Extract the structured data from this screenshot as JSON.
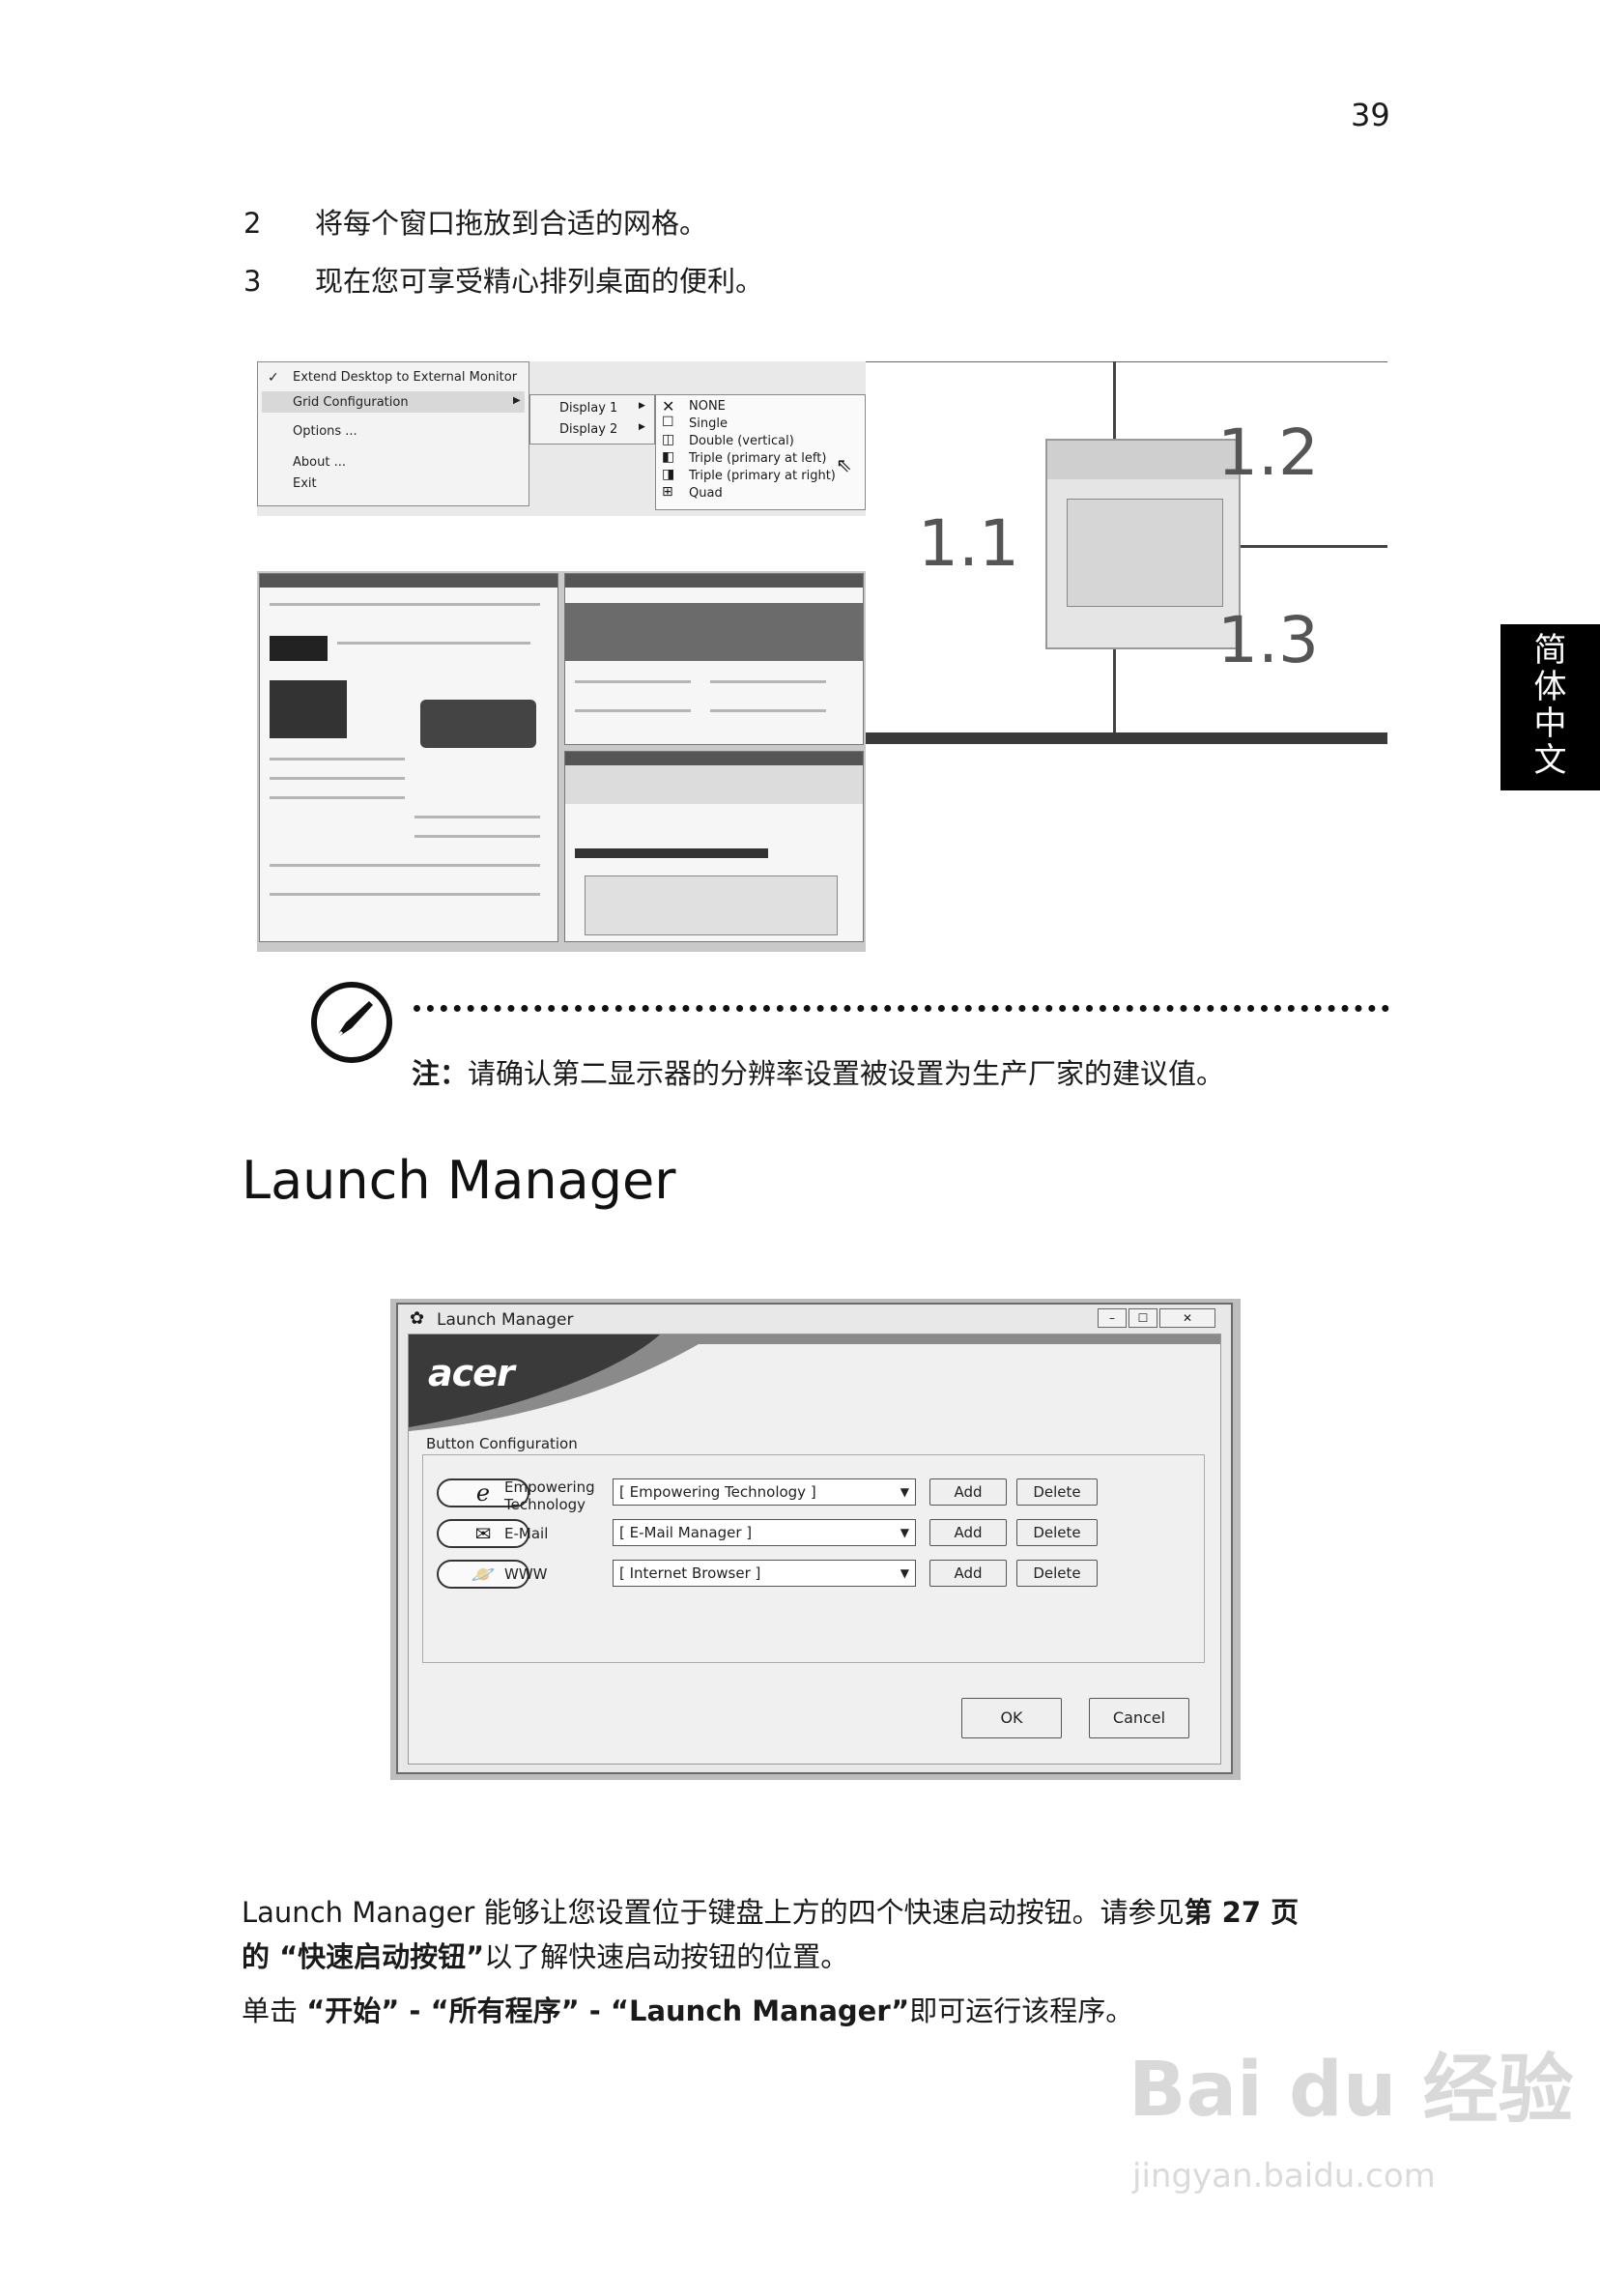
{
  "page_number": "39",
  "side_tab": [
    "简",
    "体",
    "中",
    "文"
  ],
  "steps": [
    {
      "num": "2",
      "text": "将每个窗口拖放到合适的网格。"
    },
    {
      "num": "3",
      "text": "现在您可享受精心排列桌面的便利。"
    }
  ],
  "grid_menu": {
    "main_items": [
      "Extend Desktop to External Monitor",
      "Grid Configuration",
      "Options ...",
      "About ...",
      "Exit"
    ],
    "display_items": [
      "Display 1",
      "Display 2"
    ],
    "grid_items": [
      "NONE",
      "Single",
      "Double (vertical)",
      "Triple (primary at left)",
      "Triple (primary at right)",
      "Quad"
    ]
  },
  "grid_diagram": {
    "labels": [
      "1.1",
      "1.2",
      "1.3"
    ]
  },
  "note": {
    "label": "注：",
    "text": "请确认第二显示器的分辨率设置被设置为生产厂家的建议值。"
  },
  "section_title": "Launch Manager",
  "dialog": {
    "title": "Launch Manager",
    "brand": "acer",
    "group_label": "Button Configuration",
    "rows": [
      {
        "label_line1": "Empowering",
        "label_line2": "Technology",
        "value": "[  Empowering Technology  ]",
        "icon": "e-icon"
      },
      {
        "label_line1": "E-Mail",
        "label_line2": "",
        "value": "[  E-Mail Manager  ]",
        "icon": "envelope-icon"
      },
      {
        "label_line1": "WWW",
        "label_line2": "",
        "value": "[  Internet Browser  ]",
        "icon": "planet-icon"
      }
    ],
    "add_label": "Add",
    "delete_label": "Delete",
    "ok_label": "OK",
    "cancel_label": "Cancel"
  },
  "paragraphs": {
    "p1_a": "Launch Manager 能够让您设置位于键盘上方的四个快速启动按钮。请参见",
    "p1_b": "第 27 页",
    "p1_c": "的 “快速启动按钮”",
    "p1_d": "以了解快速启动按钮的位置。",
    "p2_a": "单击 ",
    "p2_b": "“开始” - “所有程序” - “Launch Manager”",
    "p2_c": "即可运行该程序。"
  },
  "watermark": {
    "main": "Bai du 经验",
    "sub": "jingyan.baidu.com"
  }
}
